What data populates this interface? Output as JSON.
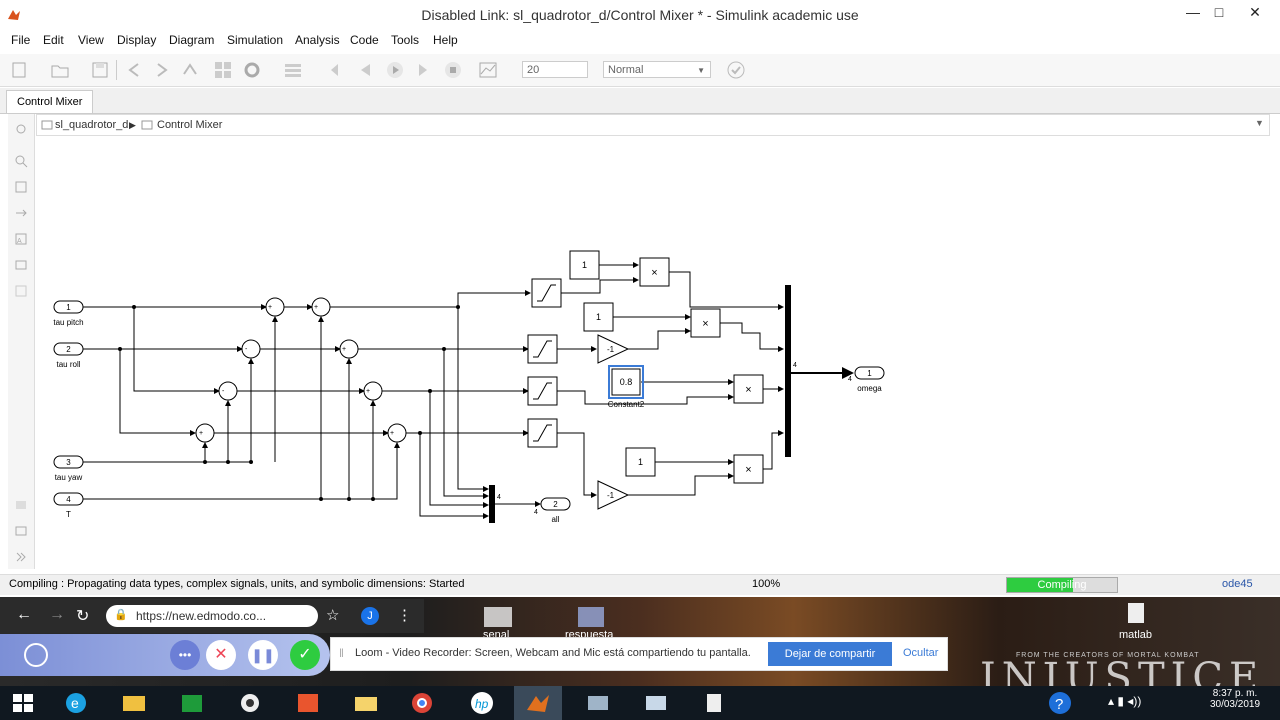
{
  "window": {
    "title": "Disabled Link: sl_quadrotor_d/Control Mixer * - Simulink academic use",
    "minimize": "—",
    "maximize": "□",
    "close": "✕"
  },
  "menu": [
    "File",
    "Edit",
    "View",
    "Display",
    "Diagram",
    "Simulation",
    "Analysis",
    "Code",
    "Tools",
    "Help"
  ],
  "toolbar": {
    "stop_time": "20",
    "sim_mode": "Normal"
  },
  "tabs": [
    "Control Mixer"
  ],
  "breadcrumb": [
    "sl_quadrotor_d",
    "Control Mixer"
  ],
  "diagram": {
    "inports": [
      {
        "num": "1",
        "label": "tau pitch"
      },
      {
        "num": "2",
        "label": "tau roll"
      },
      {
        "num": "3",
        "label": "tau yaw"
      },
      {
        "num": "4",
        "label": "T"
      }
    ],
    "outports": [
      {
        "num": "1",
        "label": "omega"
      },
      {
        "num": "2",
        "label": "all"
      }
    ],
    "constants": [
      "1",
      "1",
      "0.8",
      "1"
    ],
    "constant_label": "Constant2",
    "gains": [
      "-1",
      "-1"
    ],
    "product_symbol": "×",
    "mux_widths": [
      "4",
      "4"
    ],
    "sum_signs": [
      "+",
      "-",
      "+",
      "+"
    ]
  },
  "status": {
    "message": "Compiling : Propagating data types, complex signals, units, and symbolic dimensions: Started",
    "zoom": "100%",
    "progress_label": "Compiling",
    "progress": 0.6,
    "solver": "ode45"
  },
  "browser": {
    "url": "https://new.edmodo.co...",
    "avatar": "J"
  },
  "loom": {
    "notice": "Loom - Video Recorder: Screen, Webcam and Mic está compartiendo tu pantalla.",
    "stop_button": "Dejar de compartir",
    "hide_button": "Ocultar"
  },
  "desktop": {
    "icons": [
      "senal",
      "respuesta",
      "matlab"
    ],
    "wallpaper_text": "INJUSTICE",
    "wallpaper_sub": "FROM THE CREATORS OF MORTAL KOMBAT"
  },
  "clock": {
    "time": "8:37 p. m.",
    "date": "30/03/2019"
  },
  "colors": {
    "accent": "#3b7bd6",
    "progress": "#2ecc40",
    "loom": "#625df5"
  }
}
